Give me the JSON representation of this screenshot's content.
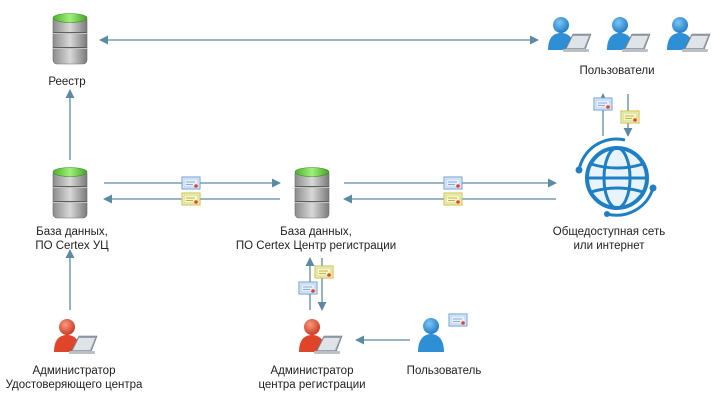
{
  "labels": {
    "registry": "Реестр",
    "users": "Пользователи",
    "ca_db_line1": "База данных,",
    "ca_db_line2": "ПО Certex УЦ",
    "ra_db_line1": "База данных,",
    "ra_db_line2": "ПО Certex Центр регистрации",
    "network_line1": "Общедоступная сеть",
    "network_line2": "или интернет",
    "ca_admin_line1": "Администратор",
    "ca_admin_line2": "Удостоверяющего центра",
    "ra_admin_line1": "Администратор",
    "ra_admin_line2": "центра регистрации",
    "user": "Пользователь"
  },
  "colors": {
    "arrow": "#5b8aa3",
    "user_blue": "#2e8fd6",
    "admin_red": "#e0452c",
    "network_blue": "#1f7fc4",
    "server_green": "#6ed34a",
    "cert_blue": "#cfe0f7",
    "cert_yellow": "#f7f0b0"
  },
  "icons": {
    "server": "database-server-icon",
    "user": "user-laptop-icon",
    "admin": "admin-laptop-icon",
    "network": "globe-network-icon",
    "certificate": "certificate-icon"
  }
}
